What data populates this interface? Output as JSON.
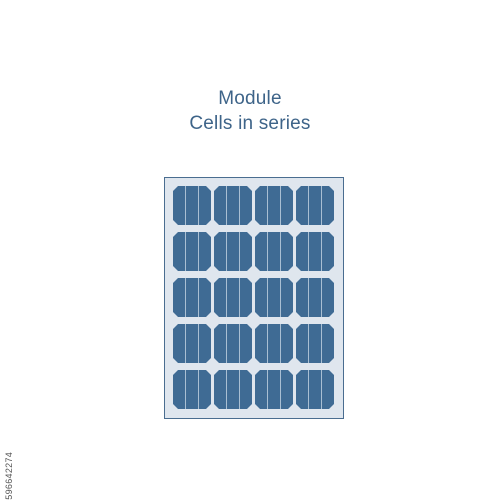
{
  "title": "Module",
  "subtitle": "Cells in series",
  "panel": {
    "rows": 5,
    "columns": 4,
    "cell_count": 20,
    "frame_color": "#4a6d90",
    "background_color": "#dfe6ee",
    "cell_color": "#3f6b94",
    "busbar_color": "#a9bfd3"
  },
  "watermark": {
    "stock_id": "#596642274"
  }
}
